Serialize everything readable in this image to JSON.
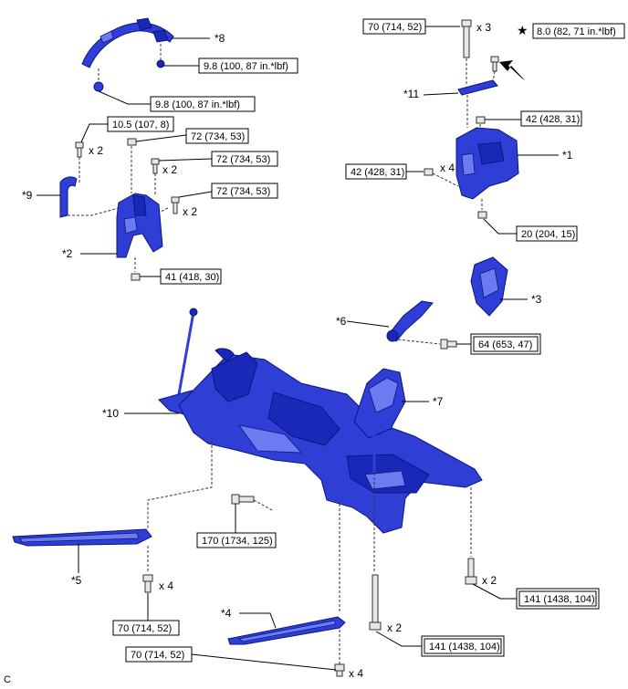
{
  "parts": {
    "p1": "*1",
    "p2": "*2",
    "p3": "*3",
    "p4": "*4",
    "p5": "*5",
    "p6": "*6",
    "p7": "*7",
    "p8": "*8",
    "p9": "*9",
    "p10": "*10",
    "p11": "*11"
  },
  "torques": {
    "t_8_nut": "9.8 (100, 87 in.*lbf)",
    "t_8_lower": "9.8 (100, 87 in.*lbf)",
    "t_105": "10.5 (107, 8)",
    "t_72_a": "72 (734, 53)",
    "t_72_b": "72 (734, 53)",
    "t_72_c": "72 (734, 53)",
    "t_41": "41 (418, 30)",
    "t_70_top": "70 (714, 52)",
    "t_80": "8.0 (82, 71 in.*lbf)",
    "t_42_a": "42 (428, 31)",
    "t_42_b": "42 (428, 31)",
    "t_20": "20 (204, 15)",
    "t_64": "64 (653, 47)",
    "t_170": "170 (1734, 125)",
    "t_141_a": "141 (1438, 104)",
    "t_141_b": "141 (1438, 104)",
    "t_70_mid": "70 (714, 52)",
    "t_70_bot": "70 (714, 52)"
  },
  "quantities": {
    "q_x2_a": "x 2",
    "q_x2_b": "x 2",
    "q_x2_c": "x 2",
    "q_x3": "x 3",
    "q_x4_a": "x 4",
    "q_x4_mid": "x 4",
    "q_x4_bot": "x 4",
    "q_x2_141a": "x 2",
    "q_x2_141b": "x 2"
  },
  "symbols": {
    "star": "★"
  },
  "footer": {
    "code": "C"
  }
}
